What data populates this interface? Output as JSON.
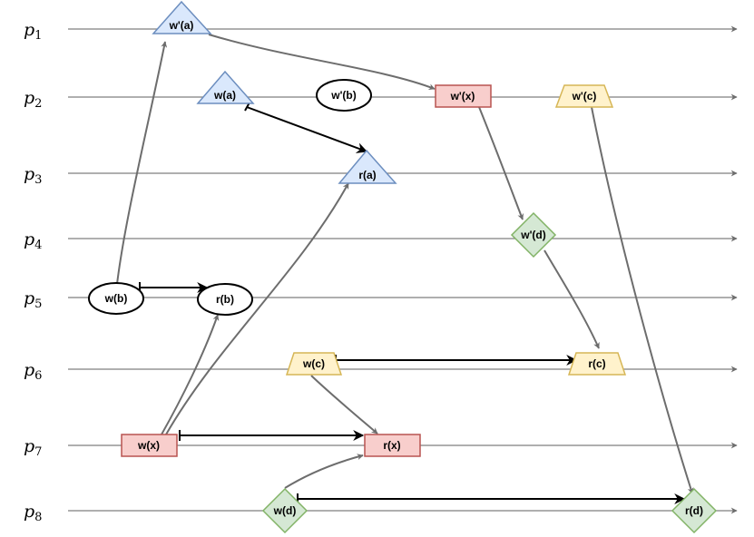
{
  "processes": [
    {
      "id": "p1",
      "letter": "p",
      "sub": "1"
    },
    {
      "id": "p2",
      "letter": "p",
      "sub": "2"
    },
    {
      "id": "p3",
      "letter": "p",
      "sub": "3"
    },
    {
      "id": "p4",
      "letter": "p",
      "sub": "4"
    },
    {
      "id": "p5",
      "letter": "p",
      "sub": "5"
    },
    {
      "id": "p6",
      "letter": "p",
      "sub": "6"
    },
    {
      "id": "p7",
      "letter": "p",
      "sub": "7"
    },
    {
      "id": "p8",
      "letter": "p",
      "sub": "8"
    }
  ],
  "nodes": [
    {
      "id": "wpa",
      "label": "w'(a)",
      "shape": "triangle",
      "process": "p1"
    },
    {
      "id": "wa",
      "label": "w(a)",
      "shape": "triangle",
      "process": "p2"
    },
    {
      "id": "wpb",
      "label": "w'(b)",
      "shape": "ellipse",
      "process": "p2"
    },
    {
      "id": "wpx",
      "label": "w'(x)",
      "shape": "rect",
      "process": "p2"
    },
    {
      "id": "wpc",
      "label": "w'(c)",
      "shape": "trapezoid",
      "process": "p2"
    },
    {
      "id": "ra",
      "label": "r(a)",
      "shape": "triangle",
      "process": "p3"
    },
    {
      "id": "wpd",
      "label": "w'(d)",
      "shape": "diamond",
      "process": "p4"
    },
    {
      "id": "wb",
      "label": "w(b)",
      "shape": "ellipse",
      "process": "p5"
    },
    {
      "id": "rb",
      "label": "r(b)",
      "shape": "ellipse",
      "process": "p5"
    },
    {
      "id": "wc",
      "label": "w(c)",
      "shape": "trapezoid",
      "process": "p6"
    },
    {
      "id": "rc",
      "label": "r(c)",
      "shape": "trapezoid",
      "process": "p6"
    },
    {
      "id": "wx",
      "label": "w(x)",
      "shape": "rect",
      "process": "p7"
    },
    {
      "id": "rx",
      "label": "r(x)",
      "shape": "rect",
      "process": "p7"
    },
    {
      "id": "wd",
      "label": "w(d)",
      "shape": "diamond",
      "process": "p8"
    },
    {
      "id": "rd",
      "label": "r(d)",
      "shape": "diamond",
      "process": "p8"
    }
  ],
  "edges": [
    {
      "from": "wb",
      "to": "wpa",
      "style": "gray"
    },
    {
      "from": "wpa",
      "to": "wpx",
      "style": "gray"
    },
    {
      "from": "wa",
      "to": "ra",
      "style": "black"
    },
    {
      "from": "wpx",
      "to": "wpd",
      "style": "gray"
    },
    {
      "from": "wpc",
      "to": "rd",
      "style": "gray"
    },
    {
      "from": "wb",
      "to": "rb",
      "style": "black"
    },
    {
      "from": "wpd",
      "to": "rc",
      "style": "gray"
    },
    {
      "from": "wc",
      "to": "rc",
      "style": "black"
    },
    {
      "from": "wc",
      "to": "rx",
      "style": "gray"
    },
    {
      "from": "wx",
      "to": "rb",
      "style": "gray"
    },
    {
      "from": "wx",
      "to": "ra",
      "style": "gray"
    },
    {
      "from": "wx",
      "to": "rx",
      "style": "black"
    },
    {
      "from": "wd",
      "to": "rx",
      "style": "gray"
    },
    {
      "from": "wd",
      "to": "rd",
      "style": "black"
    }
  ],
  "colors": {
    "blue_fill": "#dae8fc",
    "blue_stroke": "#6c8ebf",
    "red_fill": "#f8cecc",
    "red_stroke": "#b85450",
    "yellow_fill": "#fff2cc",
    "yellow_stroke": "#d6b656",
    "green_fill": "#d5e8d4",
    "green_stroke": "#82b366",
    "timeline": "#7f7f7f",
    "gray_arrow": "#6d6d6d",
    "black_arrow": "#000000"
  }
}
